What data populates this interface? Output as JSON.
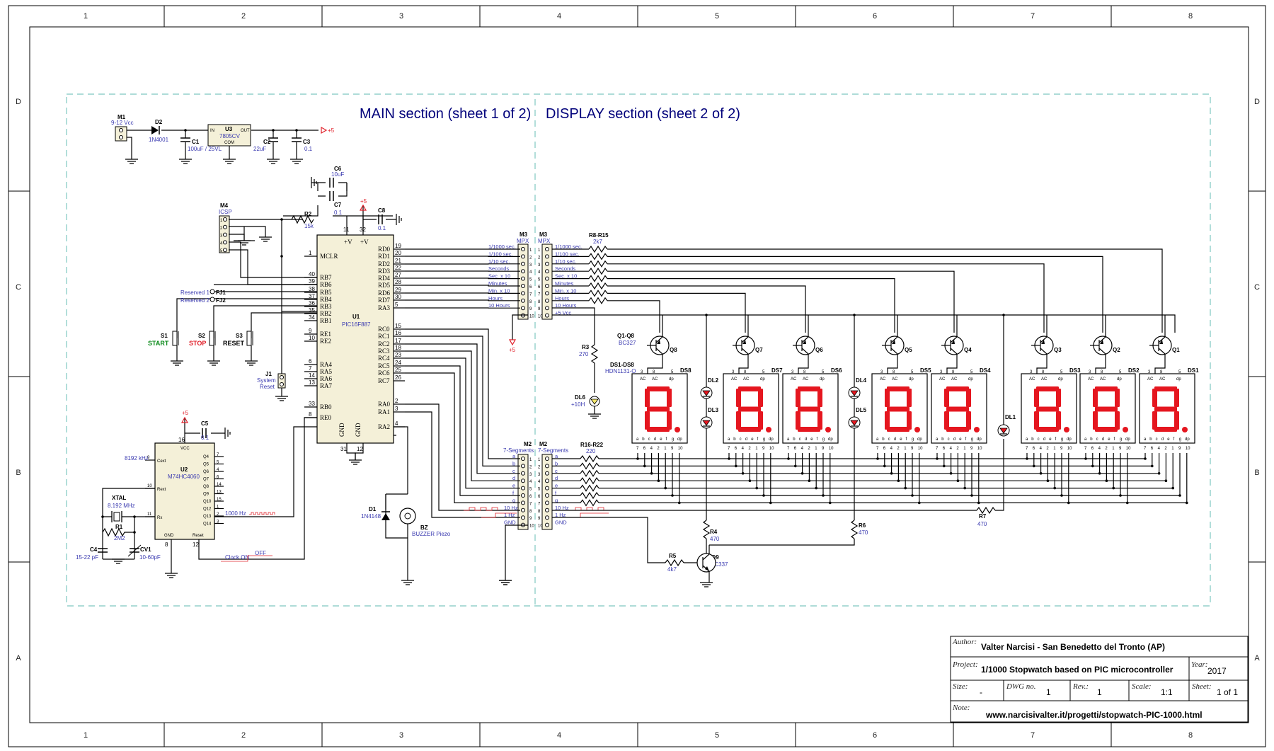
{
  "frame": {
    "columns": [
      "1",
      "2",
      "3",
      "4",
      "5",
      "6",
      "7",
      "8"
    ],
    "rows": [
      "D",
      "C",
      "B",
      "A"
    ]
  },
  "sections": {
    "main": "MAIN section (sheet 1 of 2)",
    "display": "DISPLAY section (sheet 2 of 2)"
  },
  "power": {
    "m1_ref": "M1",
    "m1_val": "9-12 Vcc",
    "d2_ref": "D2",
    "d2_val": "1N4001",
    "u3_ref": "U3",
    "u3_val": "7805CV",
    "u3_in": "IN",
    "u3_out": "OUT",
    "u3_com": "COM",
    "c1_ref": "C1",
    "c1_val": "100uF / 25VL",
    "c2_ref": "C2",
    "c2_val": "22uF",
    "c3_ref": "C3",
    "c3_val": "0.1",
    "rail": "+5"
  },
  "caps": {
    "c6_ref": "C6",
    "c6_val": "10uF",
    "c7_ref": "C7",
    "c7_val": "0.1",
    "c8_ref": "C8",
    "c8_val": "0.1",
    "c5_ref": "C5",
    "c5_val": "0.1",
    "c4_ref": "C4",
    "c4_val": "15-22 pF",
    "cv1_ref": "CV1",
    "cv1_val": "10-60pF"
  },
  "icsp": {
    "ref": "M4",
    "val": "ICSP",
    "pins": [
      "1",
      "2",
      "3",
      "4",
      "5"
    ]
  },
  "r2": {
    "ref": "R2",
    "val": "15k"
  },
  "switches": {
    "s1_ref": "S1",
    "s1_label": "START",
    "s2_ref": "S2",
    "s2_label": "STOP",
    "s3_ref": "S3",
    "s3_label": "RESET",
    "fj1": "FJ1",
    "fj2": "FJ2",
    "reserved1": "Reserved 1",
    "reserved2": "Reserved 2",
    "j1_ref": "J1",
    "j1_l1": "System",
    "j1_l2": "Reset"
  },
  "u1": {
    "ref": "U1",
    "val": "PIC16F887",
    "left_pins": [
      {
        "num": "1",
        "name": "MCLR"
      },
      {
        "num": "40",
        "name": "RB7"
      },
      {
        "num": "39",
        "name": "RB6"
      },
      {
        "num": "38",
        "name": "RB5"
      },
      {
        "num": "37",
        "name": "RB4"
      },
      {
        "num": "36",
        "name": "RB3"
      },
      {
        "num": "35",
        "name": "RB2"
      },
      {
        "num": "34",
        "name": "RB1"
      },
      {
        "num": "9",
        "name": "RE1"
      },
      {
        "num": "10",
        "name": "RE2"
      },
      {
        "num": "6",
        "name": "RA4"
      },
      {
        "num": "7",
        "name": "RA5"
      },
      {
        "num": "14",
        "name": "RA6"
      },
      {
        "num": "13",
        "name": "RA7"
      },
      {
        "num": "33",
        "name": "RB0"
      },
      {
        "num": "8",
        "name": "RE0"
      }
    ],
    "right_pins": [
      {
        "num": "19",
        "name": "RD0"
      },
      {
        "num": "20",
        "name": "RD1"
      },
      {
        "num": "21",
        "name": "RD2"
      },
      {
        "num": "22",
        "name": "RD3"
      },
      {
        "num": "27",
        "name": "RD4"
      },
      {
        "num": "28",
        "name": "RD5"
      },
      {
        "num": "29",
        "name": "RD6"
      },
      {
        "num": "30",
        "name": "RD7"
      },
      {
        "num": "5",
        "name": "RA3"
      },
      {
        "num": "15",
        "name": "RC0"
      },
      {
        "num": "16",
        "name": "RC1"
      },
      {
        "num": "17",
        "name": "RC2"
      },
      {
        "num": "18",
        "name": "RC3"
      },
      {
        "num": "23",
        "name": "RC4"
      },
      {
        "num": "24",
        "name": "RC5"
      },
      {
        "num": "25",
        "name": "RC6"
      },
      {
        "num": "26",
        "name": "RC7"
      },
      {
        "num": "2",
        "name": "RA0"
      },
      {
        "num": "3",
        "name": "RA1"
      },
      {
        "num": "4",
        "name": "RA2"
      }
    ],
    "top_pins": [
      {
        "num": "11",
        "name": "+V"
      },
      {
        "num": "32",
        "name": "+V"
      }
    ],
    "bottom_pins": [
      {
        "num": "31",
        "name": "GND"
      },
      {
        "num": "12",
        "name": "GND"
      }
    ]
  },
  "u2": {
    "ref": "U2",
    "val": "M74HC4060",
    "vcc": "VCC",
    "gnd": "GND",
    "reset": "Reset",
    "left_pins": [
      {
        "num": "9",
        "name": "Cext"
      },
      {
        "num": "10",
        "name": "Rext"
      },
      {
        "num": "11",
        "name": "Rx"
      }
    ],
    "right_pins": [
      {
        "num": "7",
        "name": "Q4"
      },
      {
        "num": "5",
        "name": "Q5"
      },
      {
        "num": "4",
        "name": "Q6"
      },
      {
        "num": "6",
        "name": "Q7"
      },
      {
        "num": "14",
        "name": "Q8"
      },
      {
        "num": "13",
        "name": "Q9"
      },
      {
        "num": "15",
        "name": "Q10"
      },
      {
        "num": "1",
        "name": "Q12"
      },
      {
        "num": "2",
        "name": "Q13"
      },
      {
        "num": "3",
        "name": "Q14"
      }
    ],
    "pin16": "16",
    "pin8": "8",
    "pin12": "12",
    "freq_in": "8192 kHz",
    "freq_out": "1000 Hz",
    "clock_on": "Clock ON",
    "off": "OFF"
  },
  "xtal": {
    "ref": "XTAL",
    "val": "8.192 MHz",
    "r1_ref": "R1",
    "r1_val": "2M2"
  },
  "buzzer": {
    "d1_ref": "D1",
    "d1_val": "1N4148",
    "bz_ref": "BZ",
    "bz_val": "BUZZER Piezo"
  },
  "m3": {
    "ref": "M3",
    "val": "MPX",
    "signals": [
      "1/1000 sec.",
      "1/100 sec.",
      "1/10 sec.",
      "Seconds",
      "Sec. x 10",
      "Minutes",
      "Min. x 10",
      "Hours",
      "10 Hours"
    ],
    "vcc": "+5 Vcc",
    "pins": [
      "1",
      "2",
      "3",
      "4",
      "5",
      "6",
      "7",
      "8",
      "9",
      "10"
    ]
  },
  "m2": {
    "ref": "M2",
    "val": "7-Segments",
    "left_signals": [
      "a",
      "b",
      "c",
      "d",
      "e",
      "f",
      "g",
      "10 Hz",
      "1 Hz",
      "GND"
    ],
    "right_signals": [
      "a",
      "b",
      "c",
      "d",
      "e",
      "f",
      "g",
      "10 Hz",
      "1 Hz",
      "GND"
    ],
    "pins": [
      "1",
      "2",
      "3",
      "4",
      "5",
      "6",
      "7",
      "8",
      "9",
      "10"
    ]
  },
  "display": {
    "r8_ref": "R8-R15",
    "r8_val": "2k7",
    "r16_ref": "R16-R22",
    "r16_val": "220",
    "r3_ref": "R3",
    "r3_val": "270",
    "dl6_ref": "DL6",
    "dl6_val": "+10H",
    "q_ref": "Q1-Q8",
    "q_val": "BC327",
    "ds_ref": "DS1-DS8",
    "ds_val": "HDN1131-O",
    "digits": [
      "DS8",
      "DS7",
      "DS6",
      "DS5",
      "DS4",
      "DS3",
      "DS2",
      "DS1"
    ],
    "transistors": [
      "Q8",
      "Q7",
      "Q6",
      "Q5",
      "Q4",
      "Q3",
      "Q2",
      "Q1"
    ],
    "leds": [
      "DL2",
      "DL3",
      "DL4",
      "DL5",
      "DL1"
    ],
    "r4_ref": "R4",
    "r4_val": "470",
    "r5_ref": "R5",
    "r5_val": "4k7",
    "r6_ref": "R6",
    "r6_val": "470",
    "r7_ref": "R7",
    "r7_val": "470",
    "q9_ref": "Q9",
    "q9_val": "BC337",
    "top_labels": [
      "3",
      "AC",
      "8",
      "AC",
      "dp",
      "5"
    ],
    "bottom_pins": [
      "7",
      "6",
      "4",
      "2",
      "1",
      "9",
      "10"
    ],
    "seg_letters": [
      "a",
      "b",
      "c",
      "d",
      "e",
      "f",
      "g"
    ],
    "seg_color": "#e5161f"
  },
  "title_block": {
    "author_label": "Author:",
    "author": "Valter Narcisi - San Benedetto del Tronto (AP)",
    "project_label": "Project:",
    "project": "1/1000 Stopwatch based on PIC microcontroller",
    "year_label": "Year:",
    "year": "2017",
    "size_label": "Size:",
    "size": "-",
    "dwg_label": "DWG no.",
    "dwg": "1",
    "rev_label": "Rev.:",
    "rev": "1",
    "scale_label": "Scale:",
    "scale": "1:1",
    "sheet_label": "Sheet:",
    "sheet": "1 of 1",
    "note_label": "Note:",
    "note": "www.narcisivalter.it/progetti/stopwatch-PIC-1000.html"
  },
  "colors": {
    "frame_dash": "#7ec8c0",
    "value_text": "#3a3ab0",
    "section_title": "#00007a",
    "rail": "#e0202a",
    "start_label": "#0a8a1a",
    "stop_label": "#e0202a"
  }
}
